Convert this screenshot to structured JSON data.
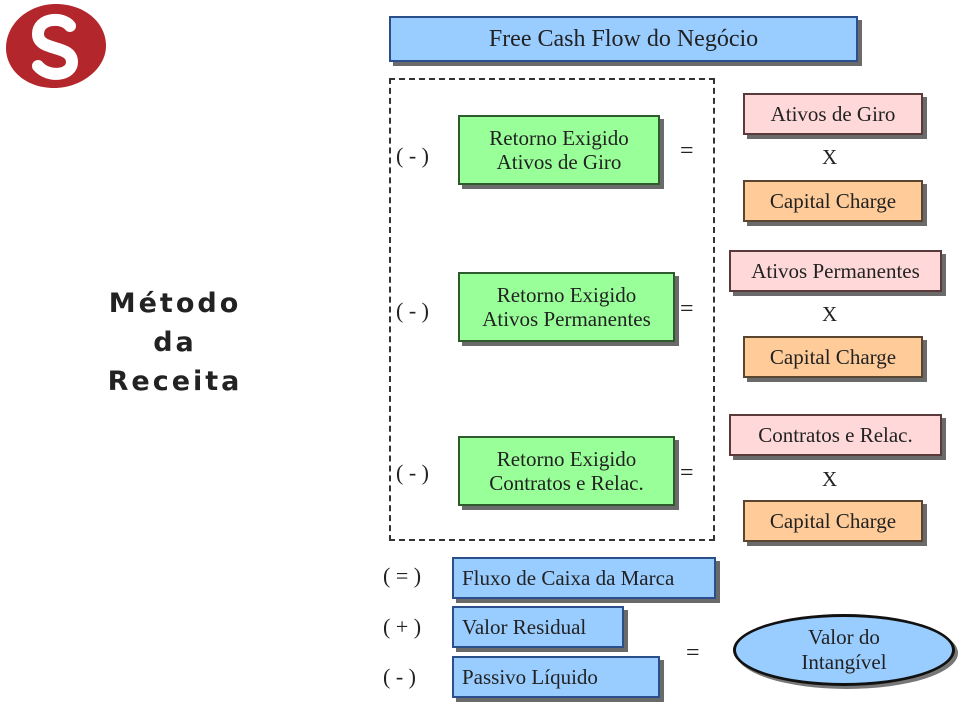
{
  "title": "Free Cash Flow do Negócio",
  "method_label": [
    "Método",
    "da",
    "Receita"
  ],
  "rows": [
    {
      "op": "( - )",
      "return_lines": [
        "Retorno Exigido",
        "Ativos de Giro"
      ],
      "eq": "=",
      "asset": "Ativos de Giro",
      "x": "X",
      "charge": "Capital Charge"
    },
    {
      "op": "( - )",
      "return_lines": [
        "Retorno Exigido",
        "Ativos Permanentes"
      ],
      "eq": "=",
      "asset": "Ativos Permanentes",
      "x": "X",
      "charge": "Capital Charge"
    },
    {
      "op": "( - )",
      "return_lines": [
        "Retorno Exigido",
        "Contratos e Relac."
      ],
      "eq": "=",
      "asset": "Contratos e Relac.",
      "x": "X",
      "charge": "Capital Charge"
    }
  ],
  "brand_flow": {
    "op": "( = )",
    "label": "Fluxo de Caixa da Marca"
  },
  "residual": {
    "op": "( + )",
    "label": "Valor Residual"
  },
  "liability": {
    "op": "( - )",
    "label": "Passivo Líquido"
  },
  "final_eq": "=",
  "result_lines": [
    "Valor do",
    "Intangível"
  ],
  "colors": {
    "title_fill": "#99ccff",
    "return_fill": "#99ff99",
    "asset_fill": "#ffd9d9",
    "charge_fill": "#ffcc99",
    "result_fill": "#99ccff",
    "logo": "#b3262b"
  }
}
